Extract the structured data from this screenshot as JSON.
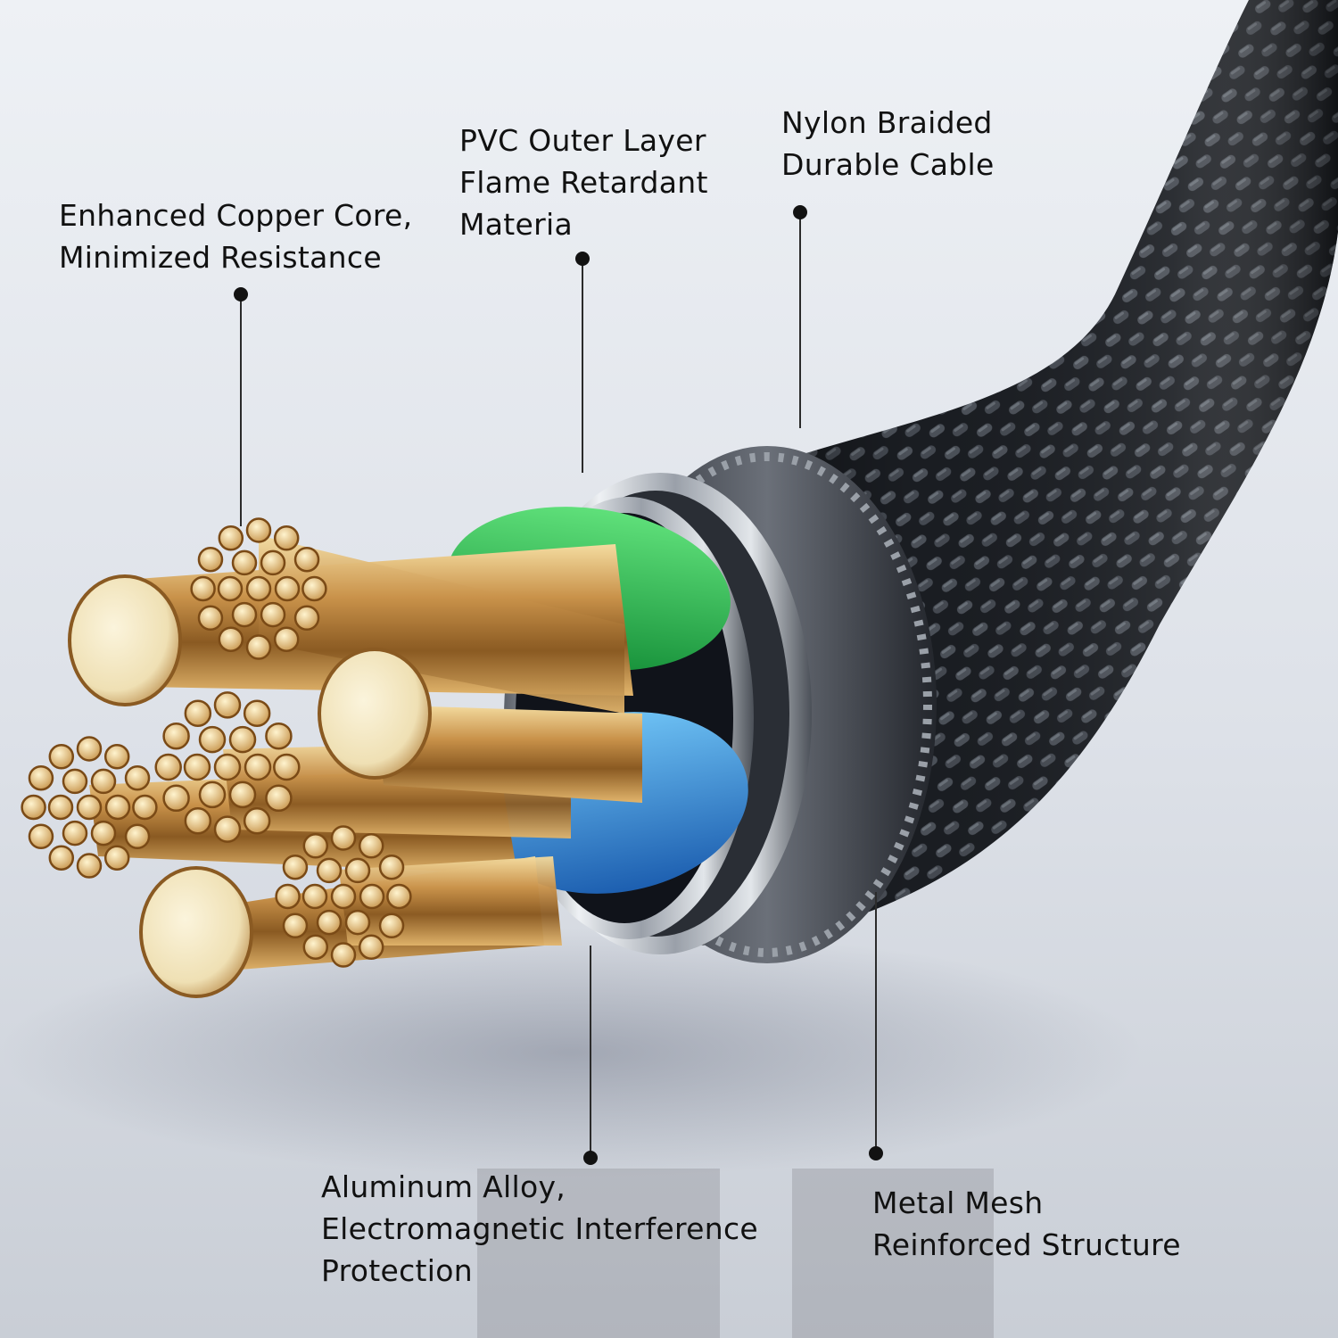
{
  "callouts": {
    "copper_core": {
      "lines": [
        "Enhanced Copper Core,",
        "Minimized Resistance"
      ]
    },
    "pvc_layer": {
      "lines": [
        "PVC Outer Layer",
        "Flame Retardant",
        "Materia"
      ]
    },
    "nylon_braid": {
      "lines": [
        "Nylon Braided",
        "Durable Cable"
      ]
    },
    "aluminum_alloy": {
      "lines": [
        "Aluminum Alloy,",
        "Electromagnetic Interference",
        "Protection"
      ]
    },
    "metal_mesh": {
      "lines": [
        "Metal Mesh",
        "Reinforced Structure"
      ]
    }
  },
  "colors": {
    "background": "#dfe3ea",
    "braid": "#1c1f24",
    "metal_ring": "#b9bec6",
    "gold_wire": "#d8a860",
    "green_insulation": "#2fb44a",
    "blue_insulation": "#2f8fd8",
    "red_insulation": "#c8262a",
    "text": "#111111",
    "leader_line": "#2b2b2b"
  }
}
